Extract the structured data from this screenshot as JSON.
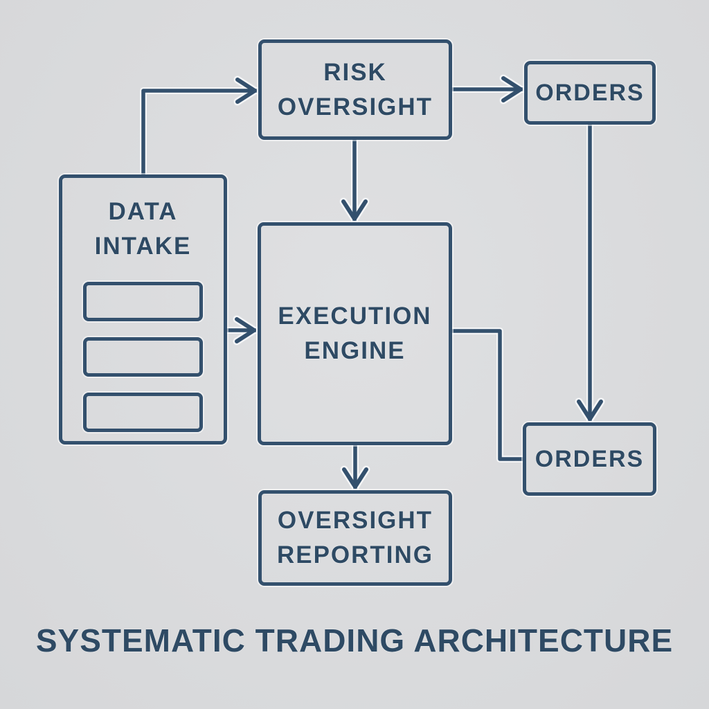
{
  "title": "SYSTEMATIC TRADING ARCHITECTURE",
  "colors": {
    "background": "#dbdcde",
    "stroke": "#33506d",
    "text": "#2e4a64"
  },
  "nodes": {
    "risk_oversight": {
      "label": "RISK OVERSIGHT",
      "lines": [
        "RISK",
        "OVERSIGHT"
      ]
    },
    "orders_top": {
      "label": "ORDERS",
      "lines": [
        "ORDERS"
      ]
    },
    "data_intake": {
      "label": "DATA INTAKE",
      "lines": [
        "DATA",
        "INTAKE"
      ],
      "slot_count": 3
    },
    "execution_engine": {
      "label": "EXECUTION ENGINE",
      "lines": [
        "EXECUTION",
        "ENGINE"
      ]
    },
    "orders_bottom": {
      "label": "ORDERS",
      "lines": [
        "ORDERS"
      ]
    },
    "oversight_reporting": {
      "label": "OVERSIGHT REPORTING",
      "lines": [
        "OVERSIGHT",
        "REPORTING"
      ]
    }
  },
  "edges": [
    {
      "from": "data_intake",
      "to": "risk_oversight",
      "arrow": true
    },
    {
      "from": "risk_oversight",
      "to": "orders_top",
      "arrow": true
    },
    {
      "from": "risk_oversight",
      "to": "execution_engine",
      "arrow": true
    },
    {
      "from": "orders_top",
      "to": "orders_bottom",
      "arrow": true
    },
    {
      "from": "data_intake",
      "to": "execution_engine",
      "arrow": true
    },
    {
      "from": "execution_engine",
      "to": "orders_bottom",
      "arrow": false
    },
    {
      "from": "execution_engine",
      "to": "oversight_reporting",
      "arrow": true
    }
  ]
}
